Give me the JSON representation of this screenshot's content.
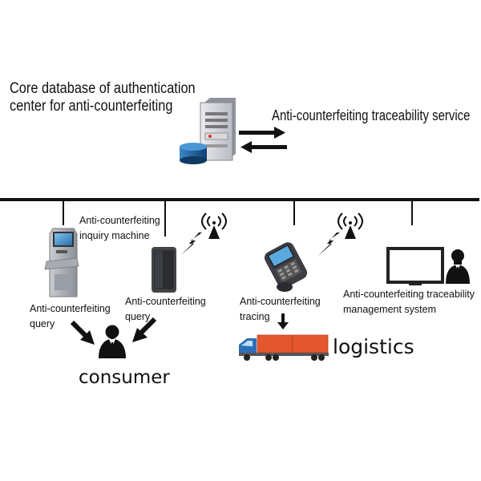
{
  "core_database": {
    "title_line1": "Core database of authentication",
    "title_line2": "center for anti-counterfeiting",
    "icon": "server-database-icon"
  },
  "service": {
    "label": "Anti-counterfeiting traceability service",
    "icon": "bidirectional-arrows-icon"
  },
  "inquiry_machine": {
    "line1": "Anti-counterfeiting",
    "line2": "inquiry machine",
    "icon": "kiosk-icon"
  },
  "kiosk_query": {
    "line1": "Anti-counterfeiting",
    "line2": "query"
  },
  "phone_query": {
    "line1": "Anti-counterfeiting",
    "line2": "query",
    "icon": "smartphone-icon"
  },
  "tracing": {
    "line1": "Anti-counterfeiting",
    "line2": "tracing",
    "icon": "handheld-scanner-icon"
  },
  "management": {
    "line1": "Anti-counterfeiting traceability",
    "line2": "management system",
    "icon": "monitor-icon"
  },
  "consumer": {
    "label": "consumer",
    "icon": "person-icon"
  },
  "logistics": {
    "label": "logistics",
    "icon": "truck-icon"
  },
  "colors": {
    "truck_cab": "#2f6fb8",
    "truck_container": "#e4572e",
    "line": "#111111",
    "database": "#1f5f9a"
  }
}
